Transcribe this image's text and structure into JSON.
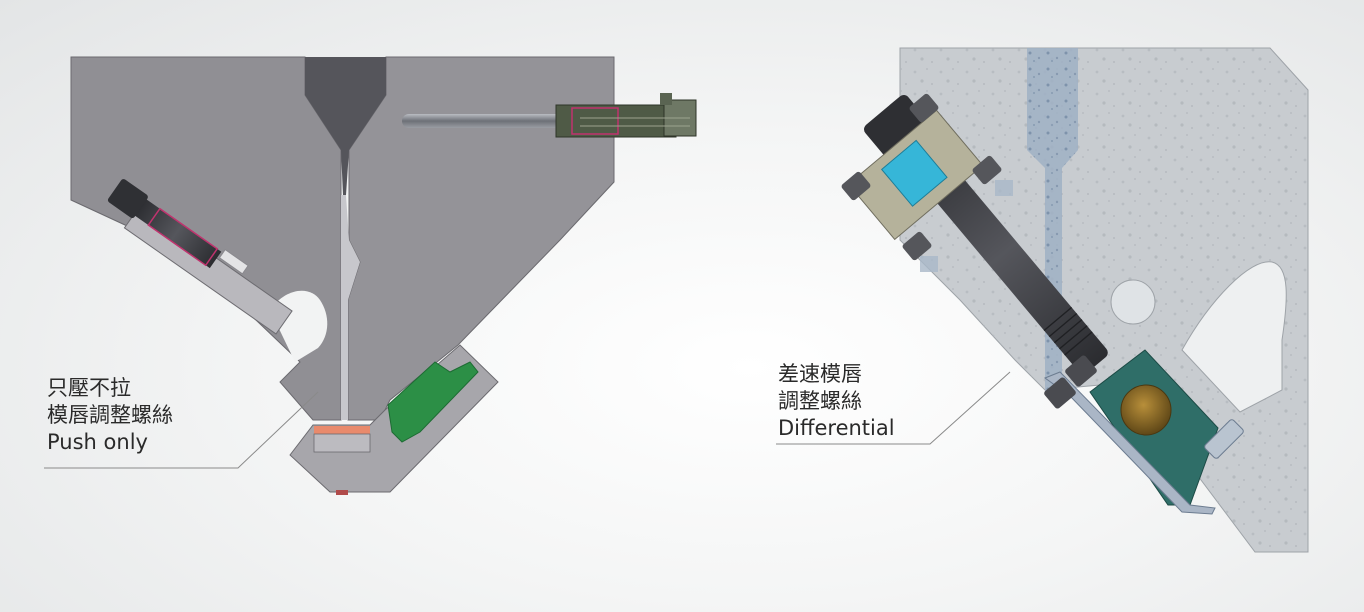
{
  "left_callout": {
    "line1": "只壓不拉",
    "line2": "模唇調整螺絲",
    "line3": "Push only"
  },
  "right_callout": {
    "line1": "差速模唇",
    "line2": "調整螺絲",
    "line3": "Differential"
  },
  "colors": {
    "die_body": "#8f8e93",
    "die_body_light": "#a9a8ad",
    "green_block": "#2c8f46",
    "lip_pad": "#e98a6c",
    "transparent_body": "#c9cdd1",
    "flow_channel": "#9fb0c4",
    "cyan_nut": "#36b6d8",
    "khaki_block": "#b5b29b",
    "teal_block": "#2f6e68",
    "bronze_plug": "#8a6a2a",
    "bolt_dark": "#3a3b40"
  }
}
